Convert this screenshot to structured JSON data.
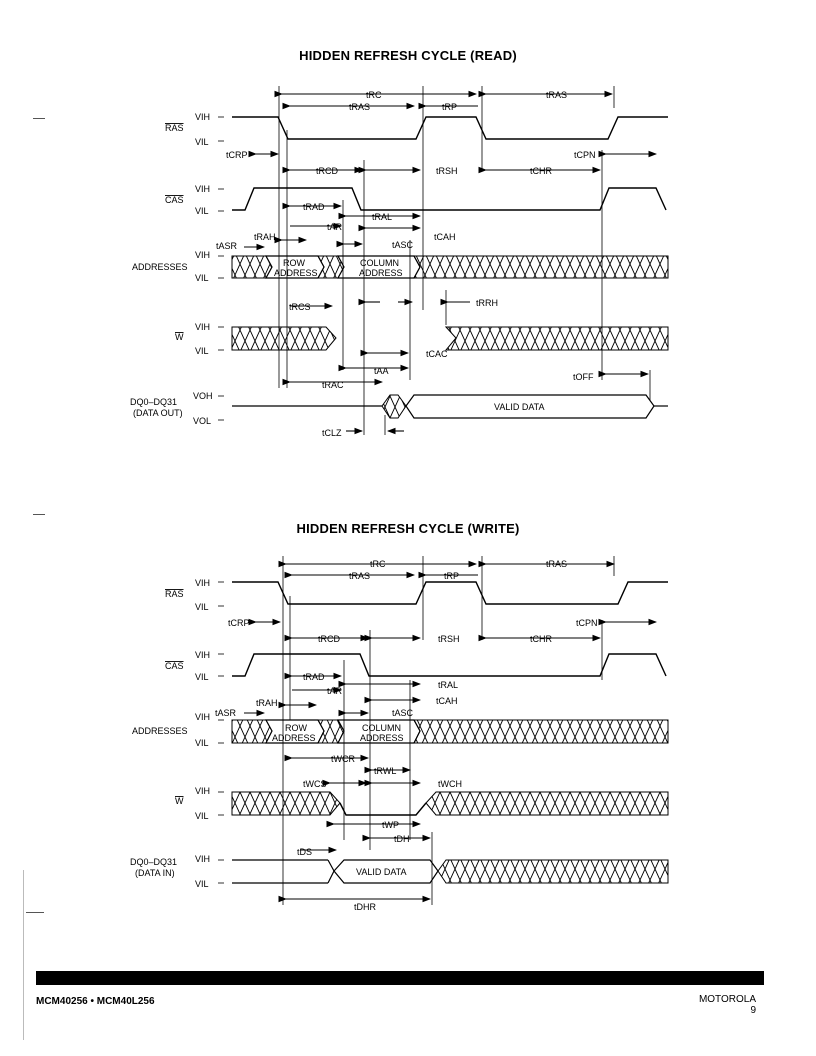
{
  "titles": {
    "read": "HIDDEN REFRESH CYCLE (READ)",
    "write": "HIDDEN REFRESH CYCLE (WRITE)"
  },
  "signals": {
    "ras": "RAS",
    "cas": "CAS",
    "addresses": "ADDRESSES",
    "w": "W",
    "dq": "DQ0–DQ31",
    "data_out": "(DATA OUT)",
    "data_in": "(DATA IN)"
  },
  "levels": {
    "vih": "VIH",
    "vil": "VIL",
    "voh": "VOH",
    "vol": "VOL"
  },
  "boxes": {
    "row_1": "ROW",
    "row_2": "ADDRESS",
    "col_1": "COLUMN",
    "col_2": "ADDRESS",
    "valid": "VALID DATA"
  },
  "read_timings": {
    "trc": "tRC",
    "tras": "tRAS",
    "trp": "tRP",
    "tras2": "tRAS",
    "tcrp": "tCRP",
    "tcpn": "tCPN",
    "trcd": "tRCD",
    "trsh": "tRSH",
    "tchr": "tCHR",
    "trad": "tRAD",
    "tral": "tRAL",
    "tar": "tAR",
    "tcah": "tCAH",
    "trah": "tRAH",
    "tasc": "tASC",
    "tasr": "tASR",
    "trcs": "tRCS",
    "trrh": "tRRH",
    "tcac": "tCAC",
    "taa": "tAA",
    "toff": "tOFF",
    "trac": "tRAC",
    "tclz": "tCLZ"
  },
  "write_timings": {
    "trc": "tRC",
    "tras": "tRAS",
    "trp": "tRP",
    "tras2": "tRAS",
    "tcrp": "tCRP",
    "tcpn": "tCPN",
    "trcd": "tRCD",
    "trsh": "tRSH",
    "tchr": "tCHR",
    "trad": "tRAD",
    "tar": "tAR",
    "tral": "tRAL",
    "tcah": "tCAH",
    "tasr": "tASR",
    "trah": "tRAH",
    "tasc": "tASC",
    "twcr": "tWCR",
    "trwl": "tRWL",
    "twcs": "tWCS",
    "twch": "tWCH",
    "twp": "tWP",
    "tdh": "tDH",
    "tds": "tDS",
    "tdhr": "tDHR"
  },
  "footer": {
    "part": "MCM40256 • MCM40L256",
    "brand": "MOTOROLA",
    "page": "9"
  }
}
